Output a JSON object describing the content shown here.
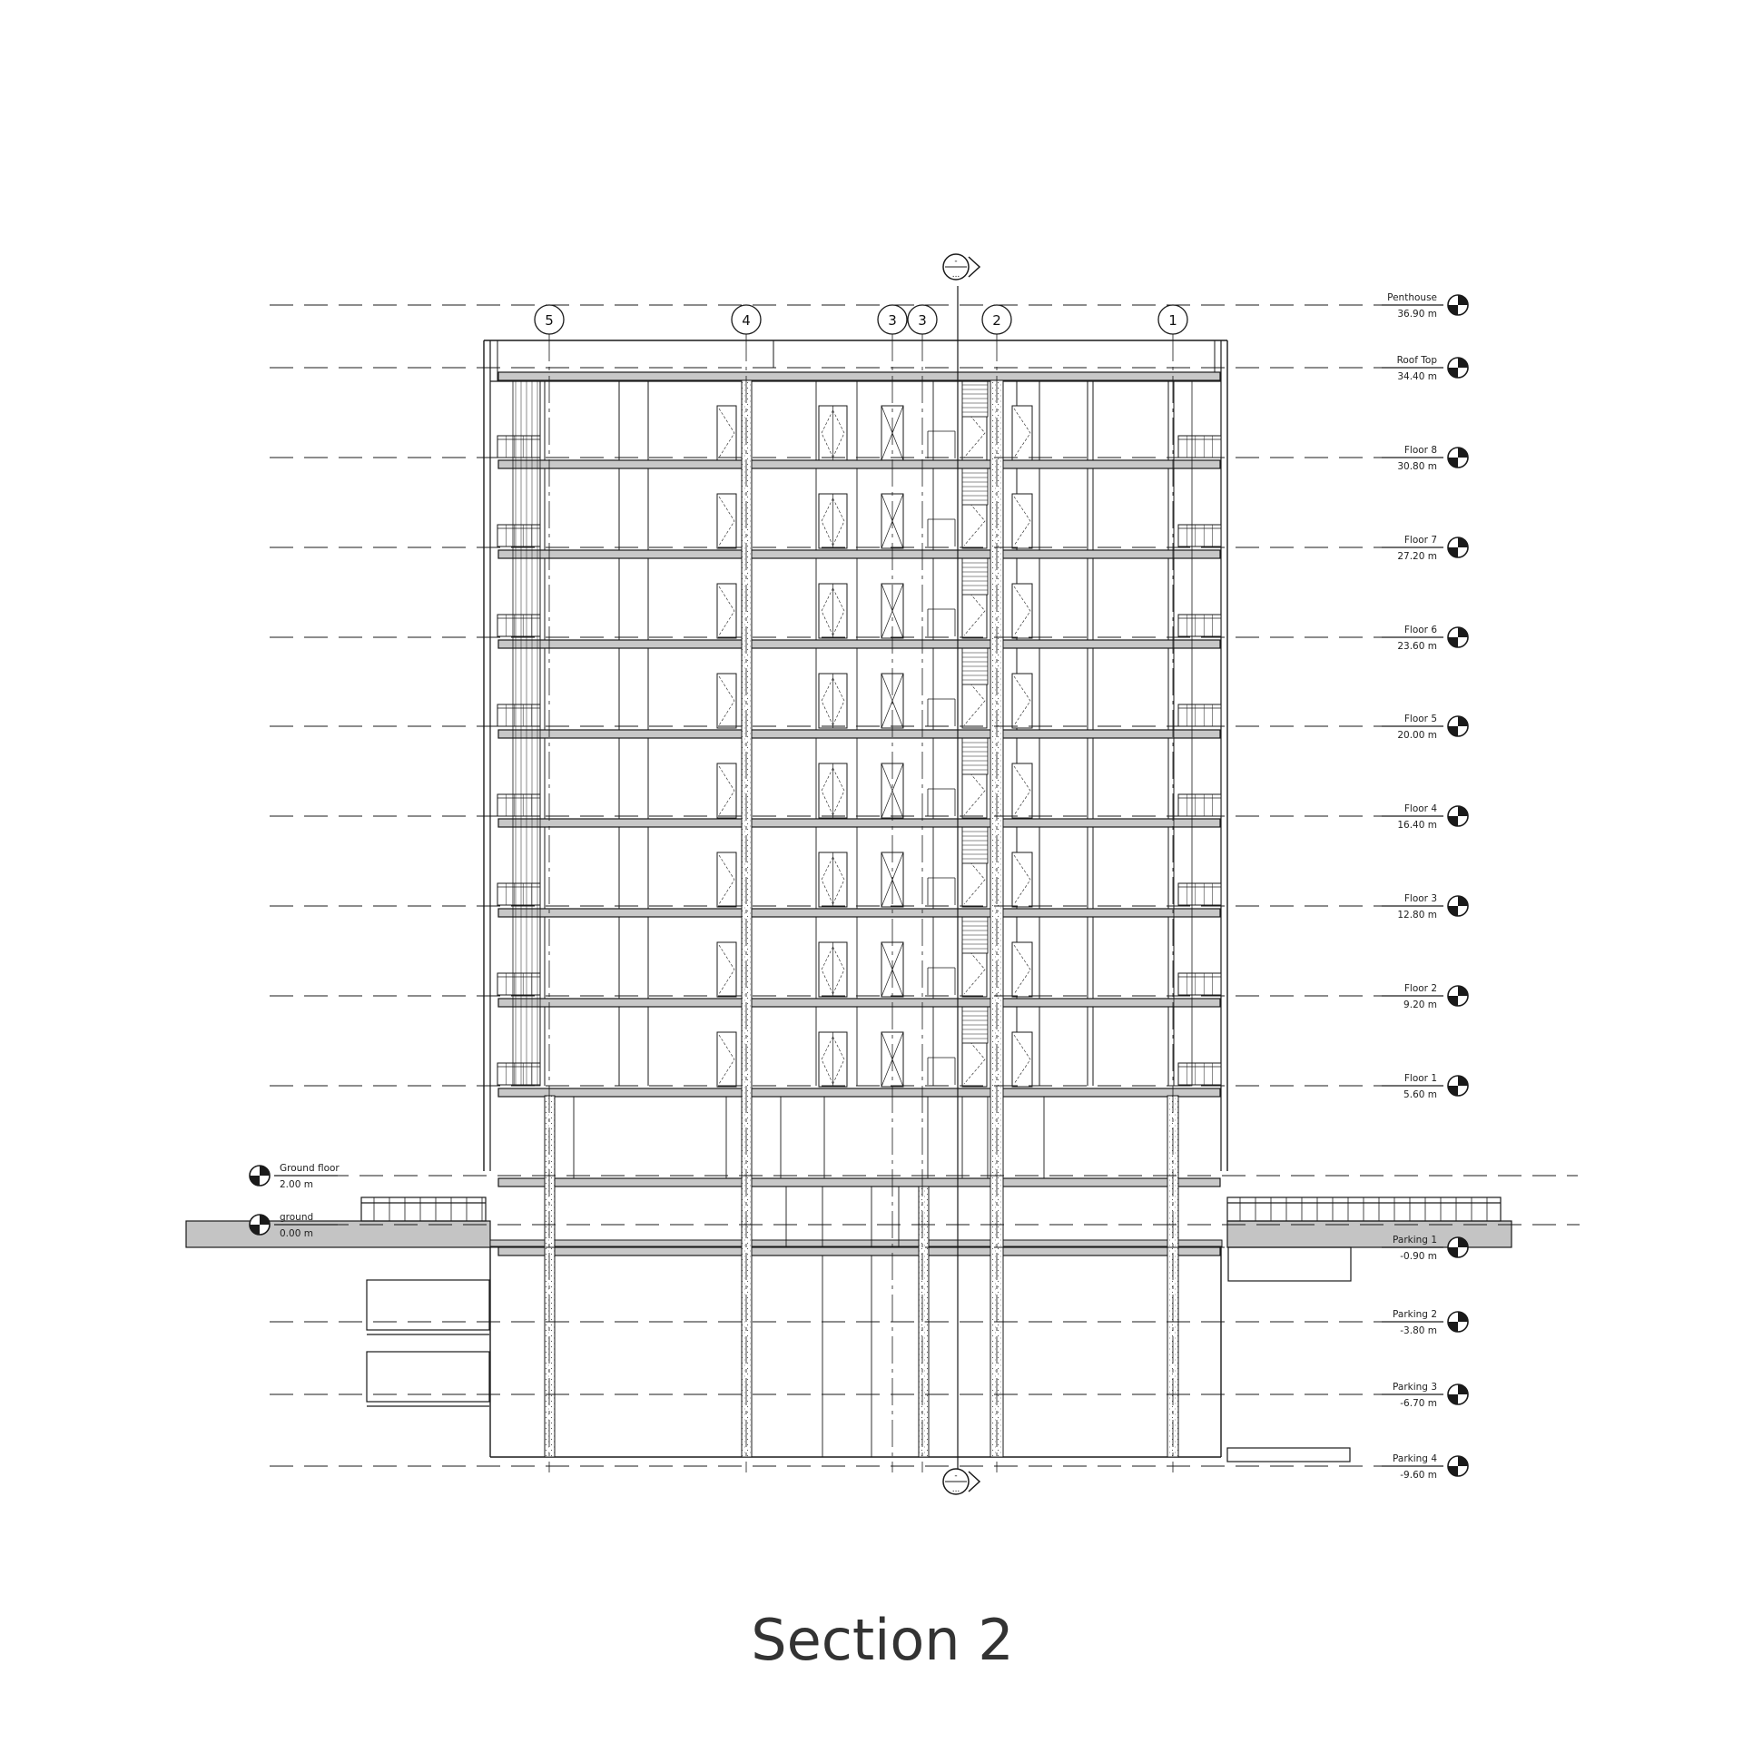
{
  "title": "Section 2",
  "section_marker": {
    "top_label": "-",
    "bottom_label": "...",
    "top_bottom_text": "-"
  },
  "levels": [
    {
      "name": "Penthouse",
      "elevation": "36.90 m"
    },
    {
      "name": "Roof Top",
      "elevation": "34.40 m"
    },
    {
      "name": "Floor 8",
      "elevation": "30.80 m"
    },
    {
      "name": "Floor 7",
      "elevation": "27.20 m"
    },
    {
      "name": "Floor 6",
      "elevation": "23.60 m"
    },
    {
      "name": "Floor 5",
      "elevation": "20.00 m"
    },
    {
      "name": "Floor 4",
      "elevation": "16.40 m"
    },
    {
      "name": "Floor 3",
      "elevation": "12.80 m"
    },
    {
      "name": "Floor 2",
      "elevation": "9.20 m"
    },
    {
      "name": "Floor 1",
      "elevation": "5.60 m"
    },
    {
      "name": "Ground floor",
      "elevation": "2.00 m"
    },
    {
      "name": "ground",
      "elevation": "0.00 m"
    },
    {
      "name": "Parking 1",
      "elevation": "-0.90 m"
    },
    {
      "name": "Parking 2",
      "elevation": "-3.80 m"
    },
    {
      "name": "Parking 3",
      "elevation": "-6.70 m"
    },
    {
      "name": "Parking 4",
      "elevation": "-9.60 m"
    }
  ],
  "grid_lines": [
    "5",
    "4",
    "3",
    "3",
    "2",
    "1"
  ],
  "colors": {
    "line": "#1a1a1a",
    "slab_fill": "#c8c8c8",
    "ground_fill": "#c4c4c4",
    "title": "#333333"
  }
}
